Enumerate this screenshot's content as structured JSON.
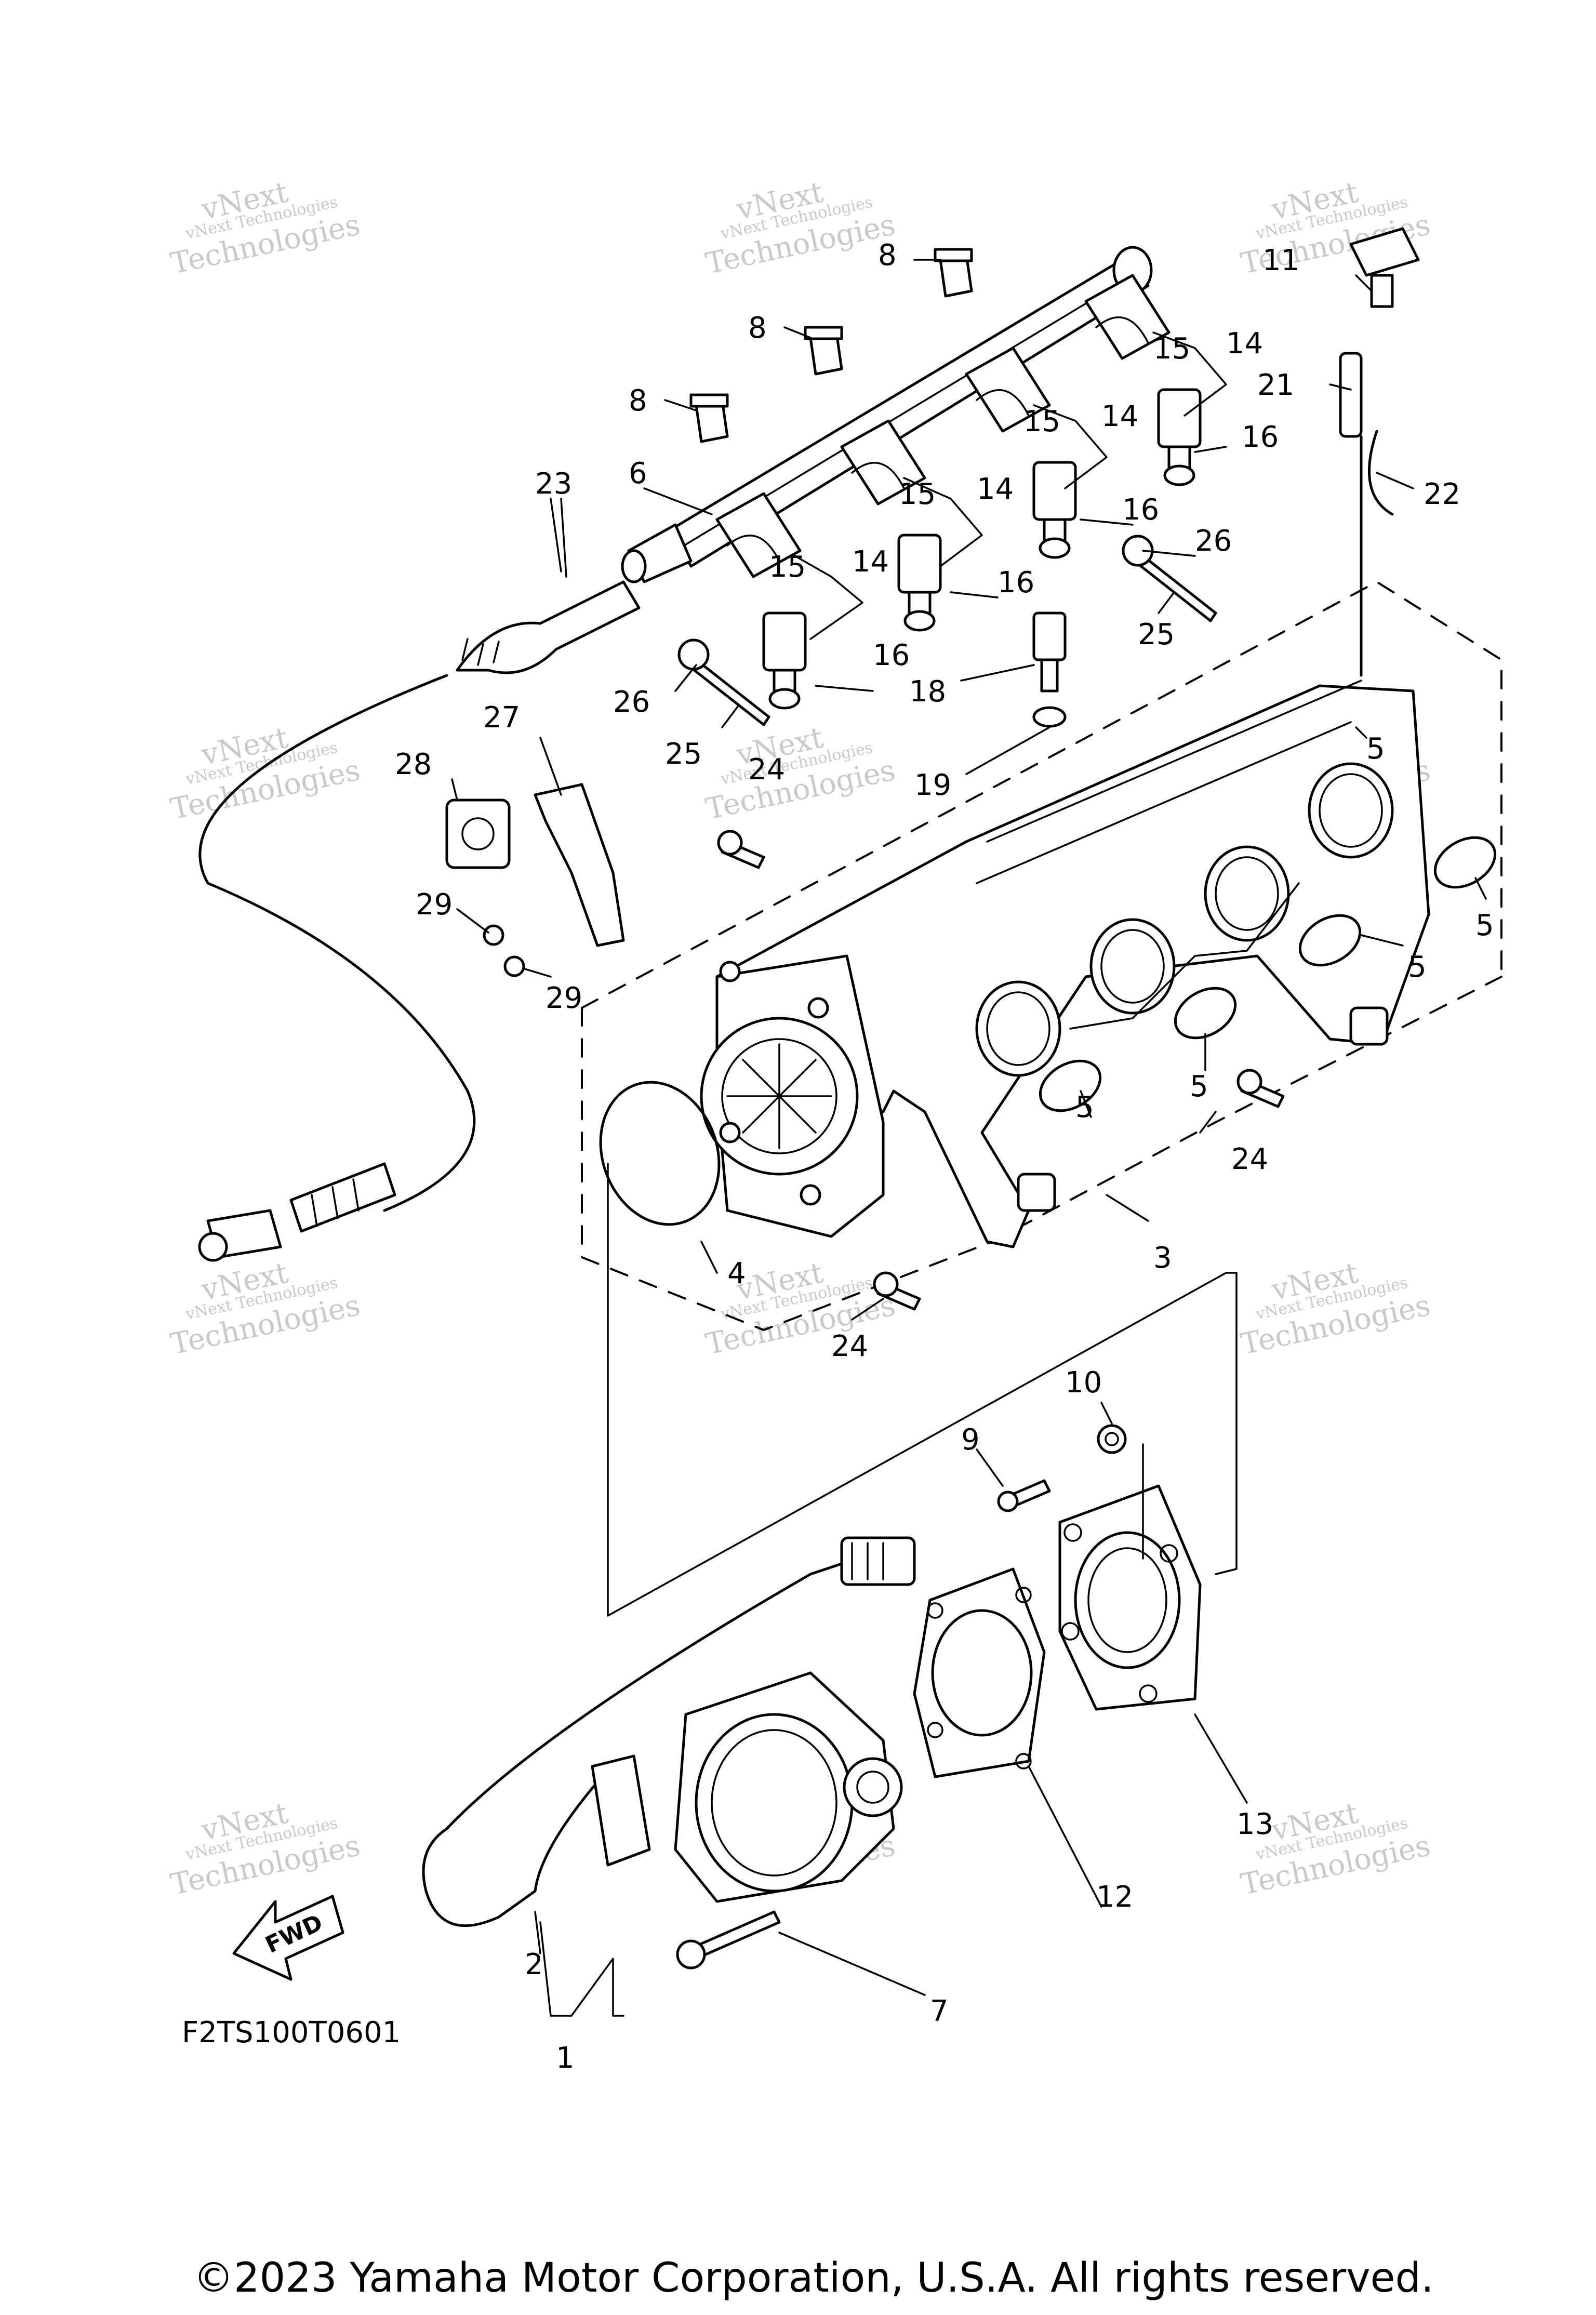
{
  "diagram": {
    "code": "F2TS100T0601",
    "copyright": "©2023 Yamaha Motor Corporation, U.S.A. All rights reserved.",
    "fwd_label": "FWD",
    "watermark_line1": "vNext Technologies",
    "watermark_line2": "vNext",
    "watermark_line3": "Technologies"
  },
  "callouts": {
    "c1": "1",
    "c2": "2",
    "c3": "3",
    "c4": "4",
    "c5a": "5",
    "c5b": "5",
    "c5c": "5",
    "c5d": "5",
    "c5e": "5",
    "c6": "6",
    "c7": "7",
    "c8a": "8",
    "c8b": "8",
    "c8c": "8",
    "c9": "9",
    "c10": "10",
    "c11": "11",
    "c12": "12",
    "c13": "13",
    "c14a": "14",
    "c14b": "14",
    "c14c": "14",
    "c14d": "14",
    "c15a": "15",
    "c15b": "15",
    "c15c": "15",
    "c15d": "15",
    "c16a": "16",
    "c16b": "16",
    "c16c": "16",
    "c16d": "16",
    "c18": "18",
    "c19": "19",
    "c21": "21",
    "c22": "22",
    "c23": "23",
    "c24a": "24",
    "c24b": "24",
    "c24c": "24",
    "c25a": "25",
    "c25b": "25",
    "c26a": "26",
    "c26b": "26",
    "c27": "27",
    "c28": "28",
    "c29a": "29",
    "c29b": "29"
  }
}
